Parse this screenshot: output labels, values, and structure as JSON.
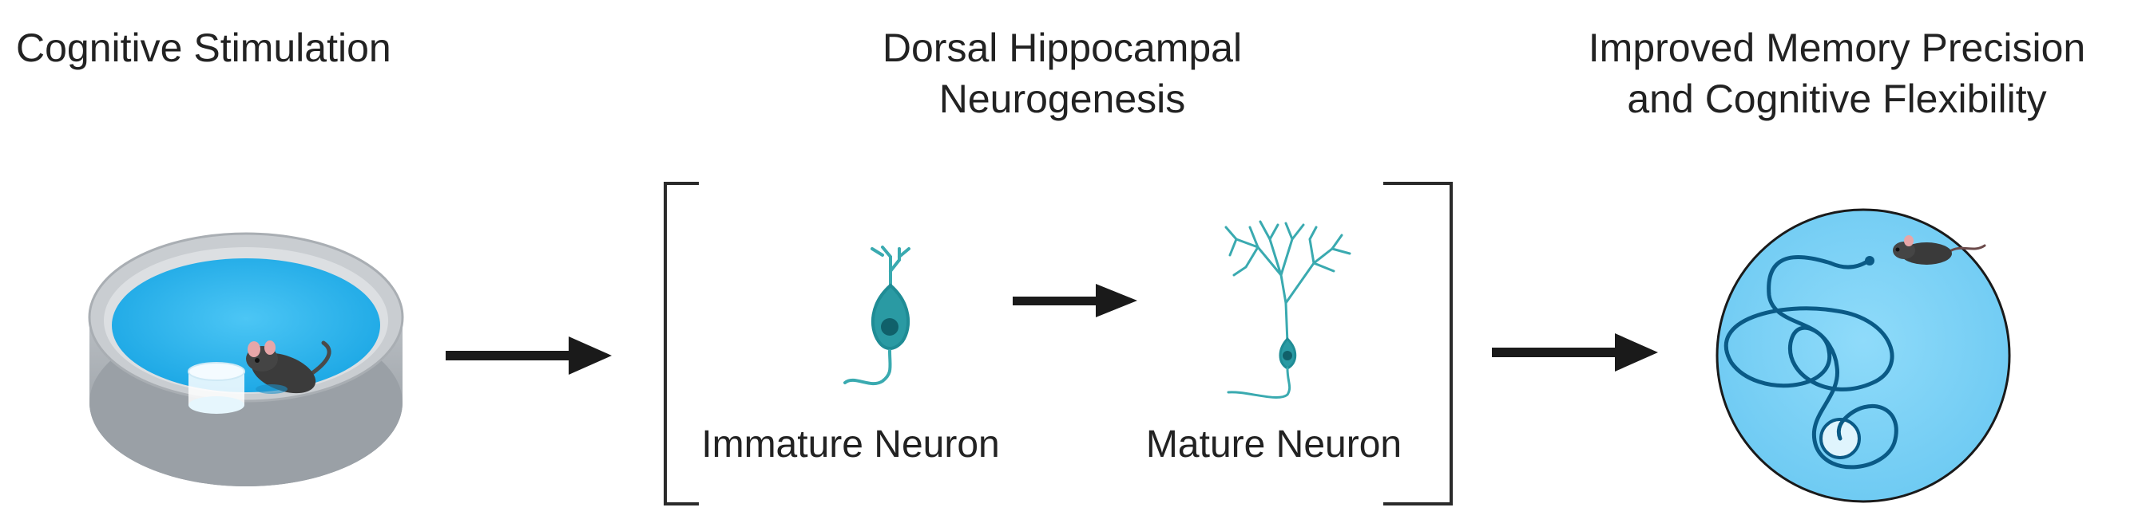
{
  "stages": [
    {
      "title": "Cognitive Stimulation"
    },
    {
      "title_line1": "Dorsal Hippocampal",
      "title_line2": "Neurogenesis"
    },
    {
      "title_line1": "Improved Memory Precision",
      "title_line2": "and Cognitive Flexibility"
    }
  ],
  "neurons": {
    "immature_label": "Immature Neuron",
    "mature_label": "Mature Neuron"
  },
  "colors": {
    "water": "#29b5ee",
    "teal_neuron": "#3aaab0",
    "arena": "#7fd3f7",
    "arena_path": "#0a5a86",
    "arrow": "#1a1a1a"
  }
}
